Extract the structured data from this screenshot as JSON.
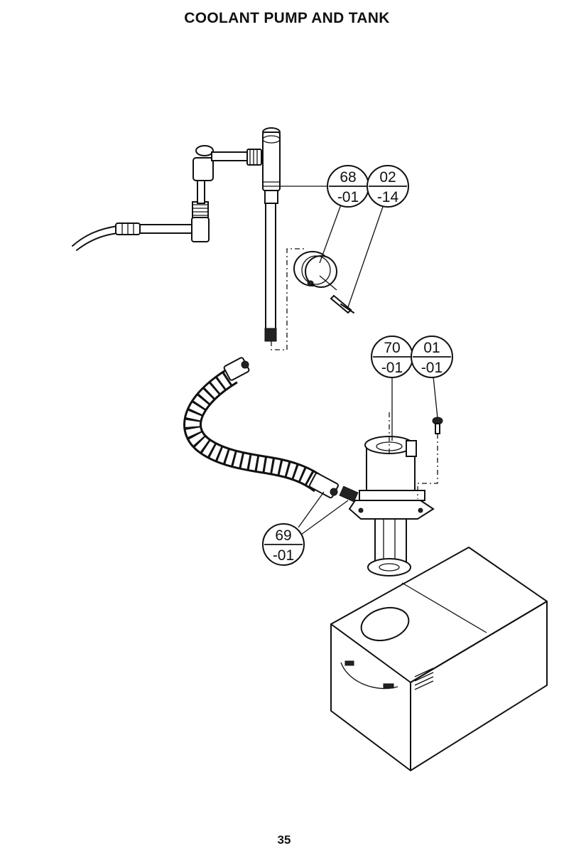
{
  "page": {
    "title": "COOLANT PUMP AND TANK",
    "page_number": "35"
  },
  "callouts": [
    {
      "top": "68",
      "bottom": "-01"
    },
    {
      "top": "02",
      "bottom": "-14"
    },
    {
      "top": "70",
      "bottom": "-01"
    },
    {
      "top": "01",
      "bottom": "-01"
    },
    {
      "top": "69",
      "bottom": "-01"
    }
  ]
}
